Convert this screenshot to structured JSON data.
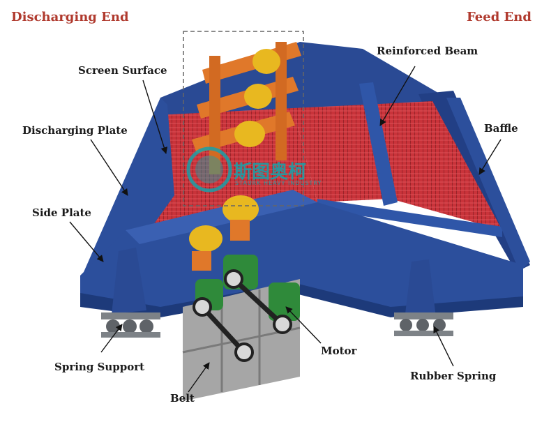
{
  "header": {
    "left_title": "Discharging End",
    "right_title": "Feed End",
    "title_color": "#b03a2e"
  },
  "labels": {
    "screen_surface": "Screen Surface",
    "reinforced_beam": "Reinforced Beam",
    "discharging_plate": "Discharging Plate",
    "baffle": "Baffle",
    "side_plate": "Side Plate",
    "spring_support": "Spring Support",
    "motor": "Motor",
    "rubber_spring": "Rubber Spring",
    "belt": "Belt"
  },
  "watermark": {
    "cn_text": "斯图奥柯",
    "en_text": "STAURK HEAVY INDUSTRY",
    "color": "#1aa0a8"
  },
  "colors": {
    "frame_blue": "#2c4f9c",
    "frame_dark": "#1d3a7a",
    "screen_red": "#c9333a",
    "exciter_orange": "#e0782a",
    "exciter_yellow": "#e8b820",
    "motor_green": "#2f8a3a",
    "base_grey": "#9a9a9a",
    "spring_grey": "#6f7378"
  }
}
